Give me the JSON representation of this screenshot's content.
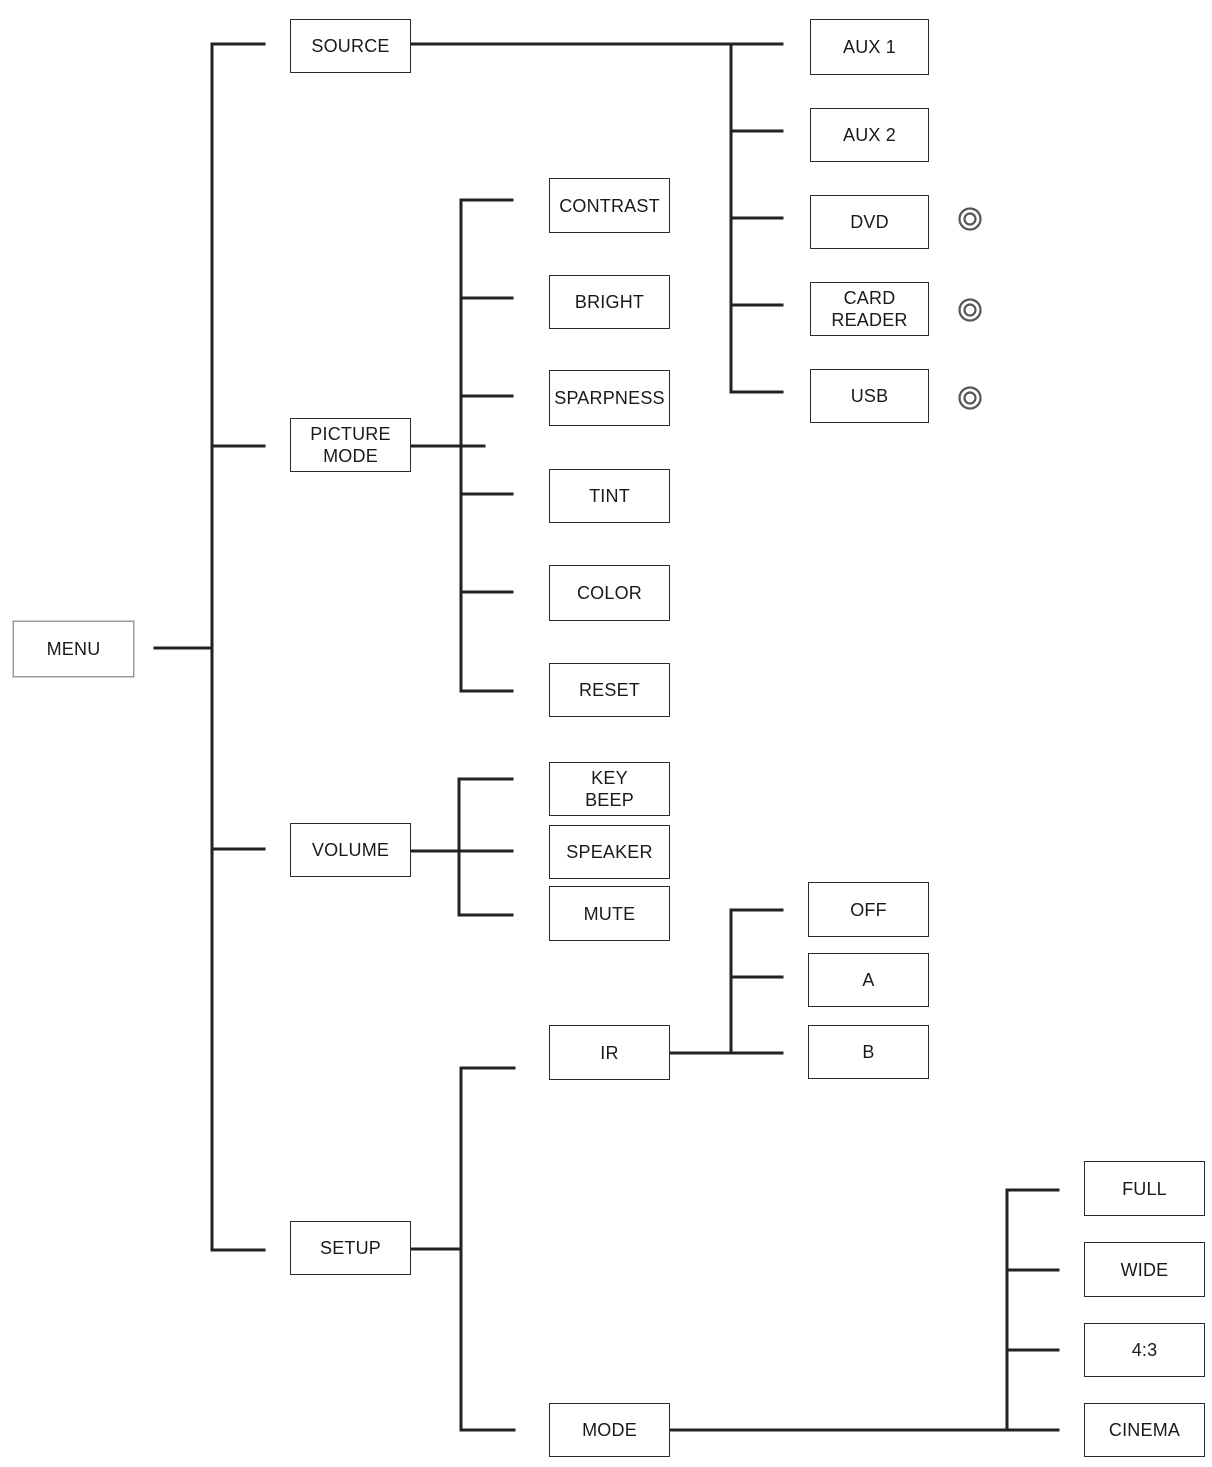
{
  "menu": {
    "label": "MENU"
  },
  "source": {
    "label": "SOURCE",
    "children": [
      {
        "label": "AUX 1"
      },
      {
        "label": "AUX 2"
      },
      {
        "label": "DVD",
        "icon": "disc-icon"
      },
      {
        "label": "CARD\nREADER",
        "icon": "disc-icon"
      },
      {
        "label": "USB",
        "icon": "disc-icon"
      }
    ]
  },
  "picture_mode": {
    "label": "PICTURE\nMODE",
    "children": [
      {
        "label": "CONTRAST"
      },
      {
        "label": "BRIGHT"
      },
      {
        "label": "SPARPNESS"
      },
      {
        "label": "TINT"
      },
      {
        "label": "COLOR"
      },
      {
        "label": "RESET"
      }
    ]
  },
  "volume": {
    "label": "VOLUME",
    "children": [
      {
        "label": "KEY\nBEEP"
      },
      {
        "label": "SPEAKER"
      },
      {
        "label": "MUTE"
      }
    ]
  },
  "setup": {
    "label": "SETUP",
    "ir": {
      "label": "IR",
      "children": [
        {
          "label": "OFF"
        },
        {
          "label": "A"
        },
        {
          "label": "B"
        }
      ]
    },
    "mode": {
      "label": "MODE",
      "children": [
        {
          "label": "FULL"
        },
        {
          "label": "WIDE"
        },
        {
          "label": "4:3"
        },
        {
          "label": "CINEMA"
        }
      ]
    }
  },
  "colors": {
    "line": "#222222",
    "box_border": "#2a2a2a",
    "root_border": "#9a9a9a",
    "icon": "#555555"
  }
}
